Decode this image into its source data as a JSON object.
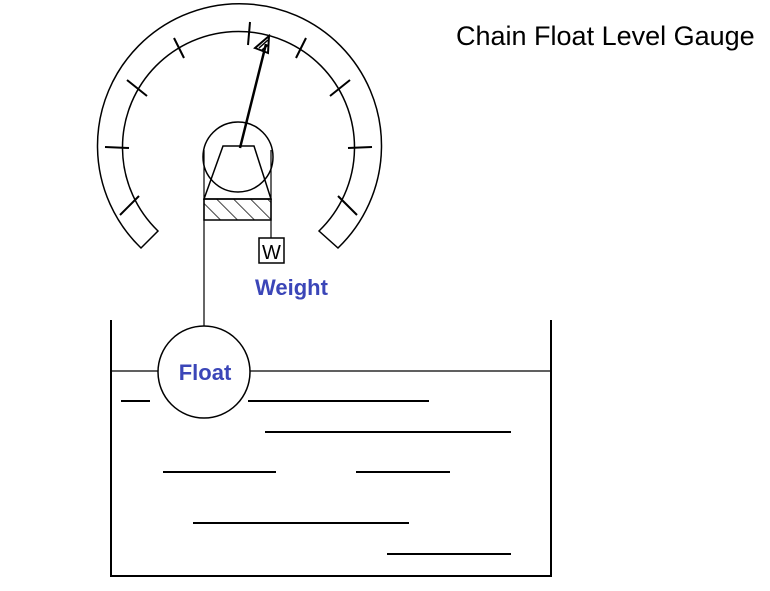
{
  "title": "Chain Float Level Gauge",
  "labels": {
    "weight": "Weight",
    "float": "Float",
    "weight_box": "W"
  },
  "colors": {
    "label_blue": "#3b46b8",
    "line": "#000000",
    "background": "#ffffff"
  }
}
